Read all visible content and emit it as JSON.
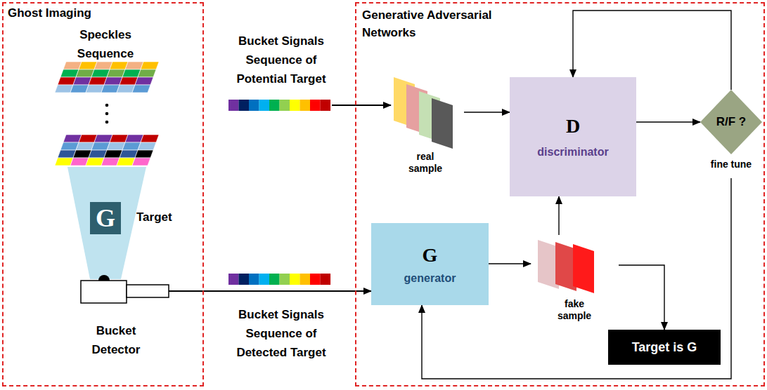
{
  "diagram": {
    "nodes": [
      {
        "text": [
          "Ghost Imaging"
        ]
      },
      {
        "text": [
          "G",
          "Target"
        ],
        "in": 0
      },
      {
        "text": [
          "Bucket Detector"
        ],
        "in": 0
      },
      {
        "text": [
          "Generative Adversarial Networks"
        ]
      },
      {
        "text": [
          "real sample"
        ],
        "in": 3
      },
      {
        "text": [
          "D",
          "discriminator"
        ],
        "in": 3
      },
      {
        "text": [
          "R/F ?",
          "fine tune"
        ],
        "in": 3
      },
      {
        "text": [
          "G",
          "generator"
        ],
        "in": 3
      },
      {
        "text": [
          "fake sample"
        ],
        "in": 3
      },
      {
        "text": [
          "Target is G"
        ],
        "in": 3
      }
    ],
    "edges": [
      {
        "from": 2,
        "to": 7,
        "arrow": "to"
      },
      {
        "from": 4,
        "to": 5,
        "arrow": "to"
      },
      {
        "from": 5,
        "to": 6,
        "arrow": "to"
      },
      {
        "from": 6,
        "to": 5,
        "arrow": "to"
      },
      {
        "from": 6,
        "to": 7,
        "arrow": "to"
      },
      {
        "from": 7,
        "to": 8,
        "arrow": "to"
      },
      {
        "from": 8,
        "to": 5,
        "arrow": "to"
      },
      {
        "from": 8,
        "to": 9,
        "arrow": "to"
      }
    ],
    "labels": [
      "Speckles Sequence",
      "Bucket Signals Sequence of Potential Target",
      "Bucket Signals Sequence of Detected Target"
    ]
  }
}
